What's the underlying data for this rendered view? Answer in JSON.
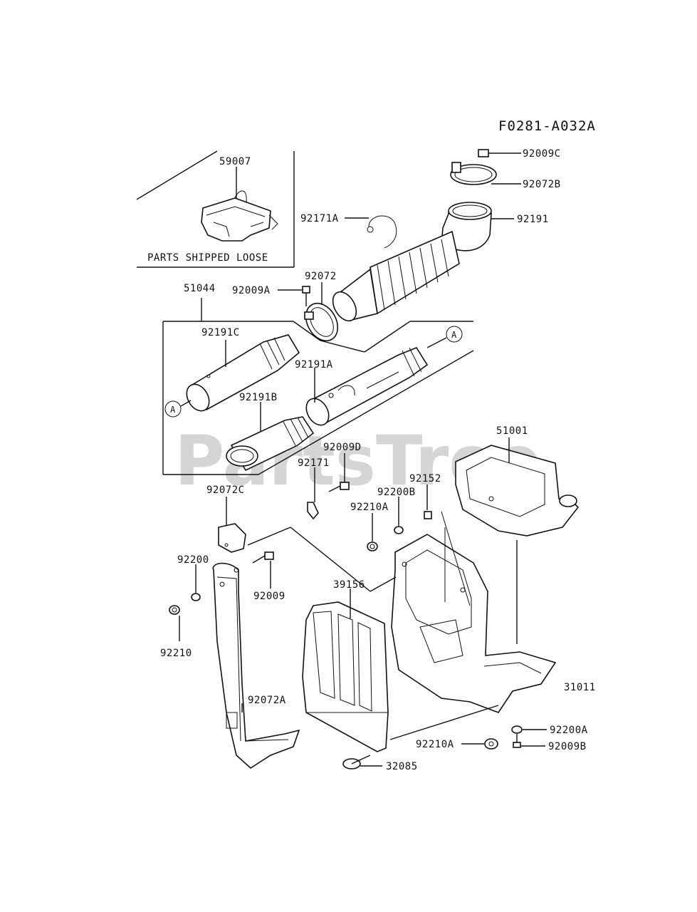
{
  "diagram_code": "F0281-A032A",
  "watermark": "PartsTree",
  "loose_parts_caption": "PARTS SHIPPED LOOSE",
  "ref_marker": "A",
  "labels": {
    "p59007": "59007",
    "p92009C": "92009C",
    "p92072B": "92072B",
    "p92171A": "92171A",
    "p92191": "92191",
    "p92072": "92072",
    "p51044": "51044",
    "p92009A": "92009A",
    "p92191C": "92191C",
    "p92191A": "92191A",
    "p92191B": "92191B",
    "p51001": "51001",
    "p92009D": "92009D",
    "p92171": "92171",
    "p92152": "92152",
    "p92200B": "92200B",
    "p92210A_top": "92210A",
    "p92072C": "92072C",
    "p92200": "92200",
    "p92009": "92009",
    "p39156": "39156",
    "p92210": "92210",
    "p92072A": "92072A",
    "p31011": "31011",
    "p92200A": "92200A",
    "p92210A_bottom": "92210A",
    "p92009B": "92009B",
    "p32085": "32085"
  }
}
